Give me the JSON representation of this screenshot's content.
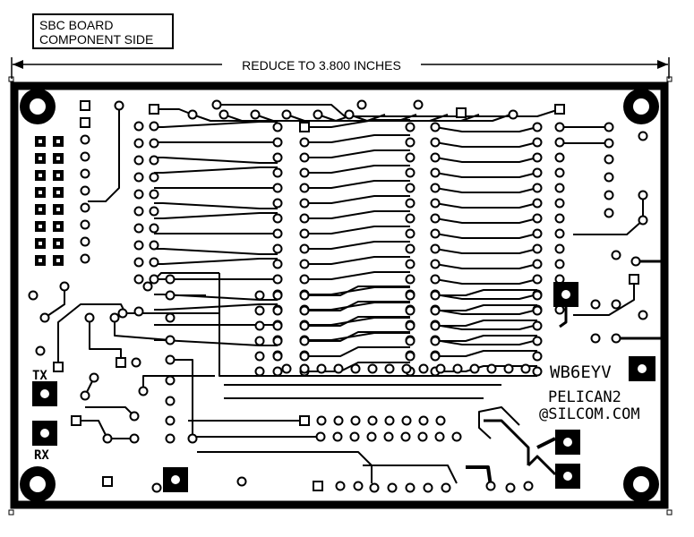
{
  "title_lines": [
    "SBC BOARD",
    "COMPONENT SIDE"
  ],
  "dimension_label": "REDUCE TO 3.800 INCHES",
  "silkscreen": {
    "callsign": "WB6EYV",
    "contact_line1": "PELICAN2",
    "contact_line2": "@SILCOM.COM",
    "tx_label": "TX",
    "rx_label": "RX"
  },
  "colors": {
    "copper": "#000000",
    "background": "#ffffff"
  }
}
